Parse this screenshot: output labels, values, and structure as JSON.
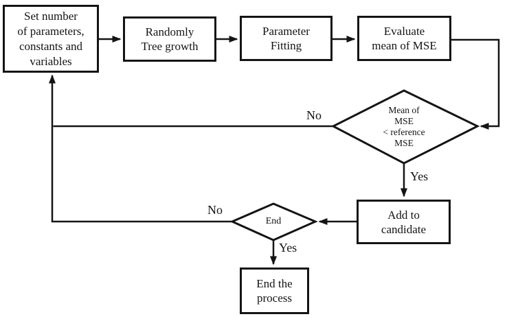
{
  "diagram": {
    "title": "genetic-programming-flowchart",
    "nodes": {
      "set_params": {
        "type": "process",
        "label": "Set number\nof parameters,\nconstants and\nvariables"
      },
      "tree_growth": {
        "type": "process",
        "label": "Randomly\nTree growth"
      },
      "param_fitting": {
        "type": "process",
        "label": "Parameter\nFitting"
      },
      "evaluate_mse": {
        "type": "process",
        "label": "Evaluate\nmean of MSE"
      },
      "mse_decision": {
        "type": "decision",
        "label": "Mean of\nMSE\n< reference\nMSE"
      },
      "add_candidate": {
        "type": "process",
        "label": "Add to\ncandidate"
      },
      "end_decision": {
        "type": "decision",
        "label": "End"
      },
      "end_process": {
        "type": "process",
        "label": "End the\nprocess"
      }
    },
    "edges": [
      {
        "from": "set_params",
        "to": "tree_growth",
        "label": ""
      },
      {
        "from": "tree_growth",
        "to": "param_fitting",
        "label": ""
      },
      {
        "from": "param_fitting",
        "to": "evaluate_mse",
        "label": ""
      },
      {
        "from": "evaluate_mse",
        "to": "mse_decision",
        "label": ""
      },
      {
        "from": "mse_decision",
        "to": "set_params",
        "label": "No"
      },
      {
        "from": "mse_decision",
        "to": "add_candidate",
        "label": "Yes"
      },
      {
        "from": "add_candidate",
        "to": "end_decision",
        "label": ""
      },
      {
        "from": "end_decision",
        "to": "set_params",
        "label": "No"
      },
      {
        "from": "end_decision",
        "to": "end_process",
        "label": "Yes"
      }
    ],
    "edge_labels": {
      "mse_no": "No",
      "mse_yes": "Yes",
      "end_no": "No",
      "end_yes": "Yes"
    },
    "colors": {
      "line": "#141414",
      "text": "#141414",
      "background": "#ffffff"
    }
  }
}
